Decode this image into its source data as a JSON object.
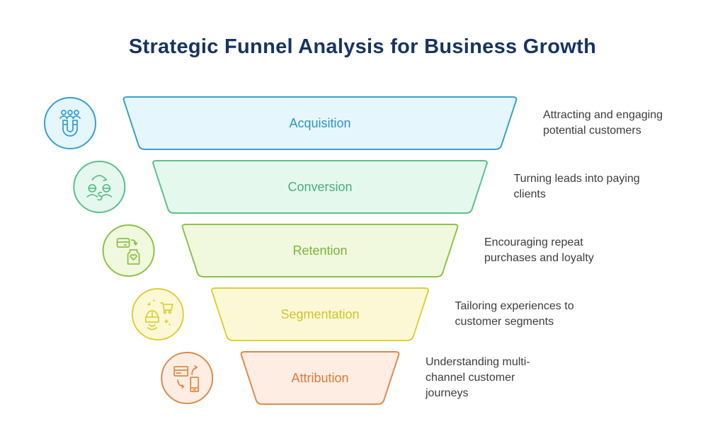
{
  "title": "Strategic Funnel Analysis for Business Growth",
  "stages": [
    {
      "label": "Acquisition",
      "description": "Attracting and engaging potential customers",
      "icon": "magnet-people-icon",
      "stroke": "#3a9fd0",
      "fill": "#e6f6fd",
      "text": "#2f94c6"
    },
    {
      "label": "Conversion",
      "description": "Turning leads into paying clients",
      "icon": "conversion-people-icon",
      "stroke": "#5cbf8a",
      "fill": "#e5f8ee",
      "text": "#46b07a"
    },
    {
      "label": "Retention",
      "description": "Encouraging repeat purchases and loyalty",
      "icon": "loyalty-bag-icon",
      "stroke": "#8cc24a",
      "fill": "#f0f9de",
      "text": "#7db33a"
    },
    {
      "label": "Segmentation",
      "description": "Tailoring experiences to customer segments",
      "icon": "vr-cart-icon",
      "stroke": "#dcd03a",
      "fill": "#fcf8d6",
      "text": "#d2c42a"
    },
    {
      "label": "Attribution",
      "description": "Understanding multi-channel customer journeys",
      "icon": "multichannel-devices-icon",
      "stroke": "#de8a4c",
      "fill": "#fdede2",
      "text": "#d67c3c"
    }
  ]
}
